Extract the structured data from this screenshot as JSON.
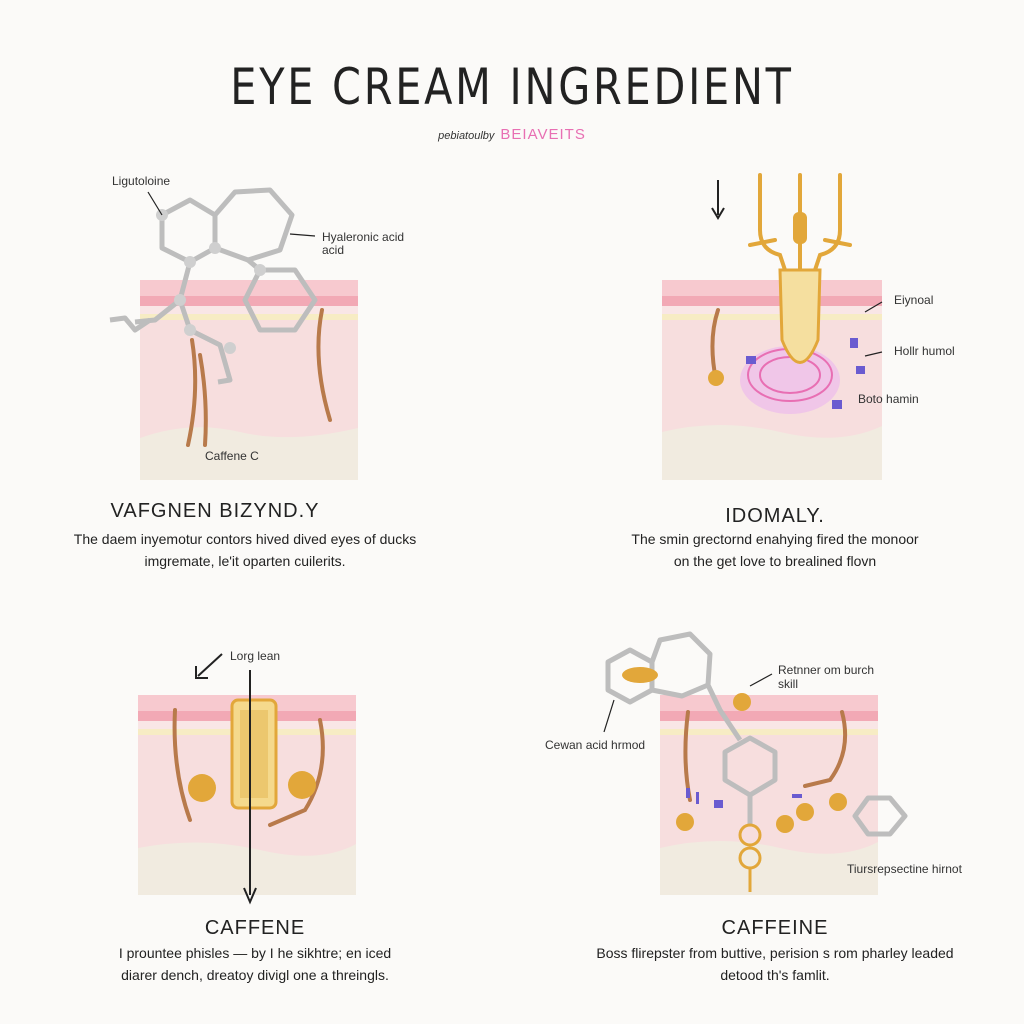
{
  "title": "EYE CREAM INGREDIENT",
  "byline": {
    "prefix": "pebiatoulby",
    "brand": "BEIAVEITS"
  },
  "panels": [
    {
      "labels": [
        "Ligutoloine",
        "Hyaleronic acid",
        "acid",
        "Caffene C"
      ],
      "heading": "VAFGNEN BIZYND.Y",
      "desc_1": "The daem inyemotur contors hived dived eyes of ducks",
      "desc_2": "imgremate, le'it oparten cuilerits."
    },
    {
      "labels": [
        "Eiynoal",
        "Hollr humol",
        "Boto hamin"
      ],
      "heading": "IDOMALY.",
      "desc_1": "The smin grectornd enahying fired the monoor",
      "desc_2": "on the get love to brealined flovn"
    },
    {
      "labels": [
        "Lorg lean"
      ],
      "heading": "CAFFENE",
      "desc_1": "I prountee phisles — by I he sikhtre; en iced",
      "desc_2": "diarer dench, dreatoy divigl one a threingls."
    },
    {
      "labels": [
        "Retnner om burch",
        "skill",
        "Cewan acid hrmod",
        "Tiursrepsectine hirnot"
      ],
      "heading": "CAFFEINE",
      "desc_1": "Boss flirepster from buttive, perision s rom pharley leaded",
      "desc_2": "detood th's famlit."
    }
  ],
  "colors": {
    "skin_top": "#f7c9cf",
    "skin_stripe": "#f2a9b5",
    "skin_yellow": "#f7ecc4",
    "dermis": "#f7dede",
    "fat": "#f1ebe0",
    "hair": "#b87a4b",
    "gold": "#e2a73a",
    "molecule": "#c8c8c8",
    "accent_pink": "#e86fb3",
    "purple": "#6a5bd0"
  }
}
